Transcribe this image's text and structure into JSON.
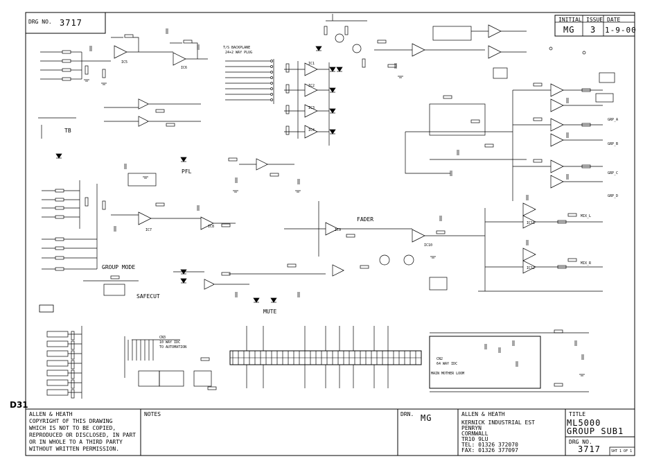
{
  "sheet_tag": "D31",
  "drawing_number_top": {
    "label": "DRG NO.",
    "value": "3717"
  },
  "revision_box": {
    "initial_label": "INITIAL",
    "issue_label": "ISSUE",
    "date_label": "DATE",
    "initial": "MG",
    "issue": "3",
    "date": "1-9-00"
  },
  "title_block": {
    "company": "ALLEN & HEATH",
    "copyright_lines": [
      "COPYRIGHT OF THIS DRAWING",
      "WHICH IS NOT TO BE COPIED,",
      "REPRODUCED OR DISCLOSED, IN PART",
      "OR IN WHOLE TO A THIRD PARTY",
      "WITHOUT WRITTEN PERMISSION."
    ],
    "notes_label": "NOTES",
    "drn_label": "DRN.",
    "drn_value": "MG",
    "address_lines": [
      "KERNICK INDUSTRIAL EST",
      "PENRYN",
      "CORNWALL",
      "TR10 9LU"
    ],
    "tel": "TEL: 01326 372070",
    "fax": "FAX: 01326 377097",
    "title_label": "TITLE",
    "title_lines": [
      "ML5000",
      "GROUP SUB1"
    ],
    "drg_label": "DRG NO.",
    "drg_value": "3717",
    "corner_note": "SHT 1 OF 1"
  },
  "labels": {
    "tb": "TB",
    "ts_backplane": "T/S BACKPLANE",
    "ts_sub": "24+2 WAY PLUG",
    "pfl": "PFL",
    "group_mode": "GROUP MODE",
    "safe_cut": "SAFECUT",
    "mute": "MUTE",
    "fader": "FADER",
    "cn3": "CN3",
    "cn3_sub": "10 WAY IDC",
    "cn3_sub2": "TO AUTOMATION",
    "cn2": "CN2",
    "cn2_sub": "64 WAY IDC",
    "mother": "MAIN MOTHER LOOM",
    "ic_labels": [
      "IC1",
      "IC2",
      "IC3",
      "IC4",
      "IC5",
      "IC6",
      "IC7",
      "IC8",
      "IC9",
      "IC10",
      "IC11",
      "IC12"
    ],
    "out_labels": [
      "GRP_A",
      "GRP_B",
      "GRP_C",
      "GRP_D",
      "MIX_L",
      "MIX_R"
    ]
  }
}
